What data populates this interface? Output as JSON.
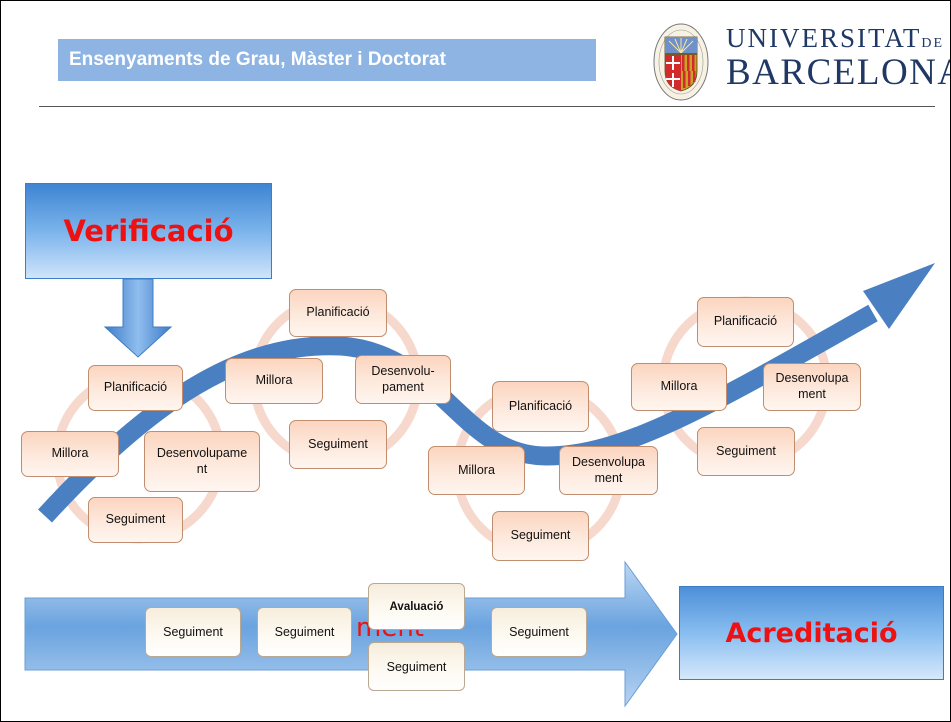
{
  "header": {
    "title": "Ensenyaments de Grau, Màster i Doctorat",
    "university_line1": "UNIVERSITAT",
    "university_de": "DE",
    "university_line2": "BARCELONA"
  },
  "main": {
    "verification": "Verificació",
    "accreditation": "Acreditació",
    "underlying_text": "ment"
  },
  "cycles": [
    {
      "planning": "Planificació",
      "development": "Desenvolupame nt",
      "monitoring": "Seguiment",
      "improvement": "Millora"
    },
    {
      "planning": "Planificació",
      "development": "Desenvolu- pament",
      "monitoring": "Seguiment",
      "improvement": "Millora"
    },
    {
      "planning": "Planificació",
      "development": "Desenvolupa ment",
      "monitoring": "Seguiment",
      "improvement": "Millora"
    },
    {
      "planning": "Planificació",
      "development": "Desenvolupa ment",
      "monitoring": "Seguiment",
      "improvement": "Millora"
    }
  ],
  "timeline": {
    "steps": [
      "Seguiment",
      "Seguiment",
      "Seguiment"
    ],
    "evaluation": "Avaluació",
    "evaluation_follow": "Seguiment"
  },
  "colors": {
    "header_band": "#8eb4e3",
    "arrow_blue": "#4a7fc1",
    "accent_red": "#ee1111",
    "node_fill": "#fcd5bf",
    "cycle_ring": "#f6d8cc"
  }
}
